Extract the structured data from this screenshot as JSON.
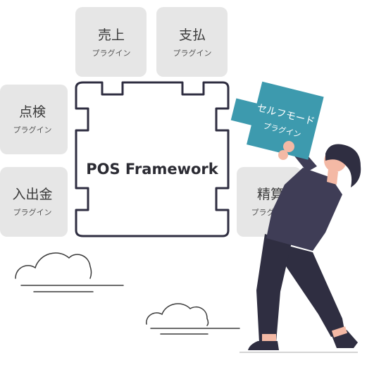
{
  "core": {
    "title": "POS Framework"
  },
  "plugins": {
    "uriage": {
      "name": "売上",
      "sub": "プラグイン"
    },
    "shiharai": {
      "name": "支払",
      "sub": "プラグイン"
    },
    "tenken": {
      "name": "点検",
      "sub": "プラグイン"
    },
    "nyushukkin": {
      "name": "入出金",
      "sub": "プラグイン"
    },
    "seisan": {
      "name": "精算",
      "sub": "プラグイン"
    },
    "self_mode": {
      "name": "セルフモード",
      "sub": "プラグイン"
    }
  },
  "colors": {
    "plugin_box": "#e6e6e6",
    "core_stroke": "#2f2e41",
    "accent_teal": "#3d9aae",
    "skin": "#f4b9a5",
    "dark_cloth": "#2f2e41"
  }
}
